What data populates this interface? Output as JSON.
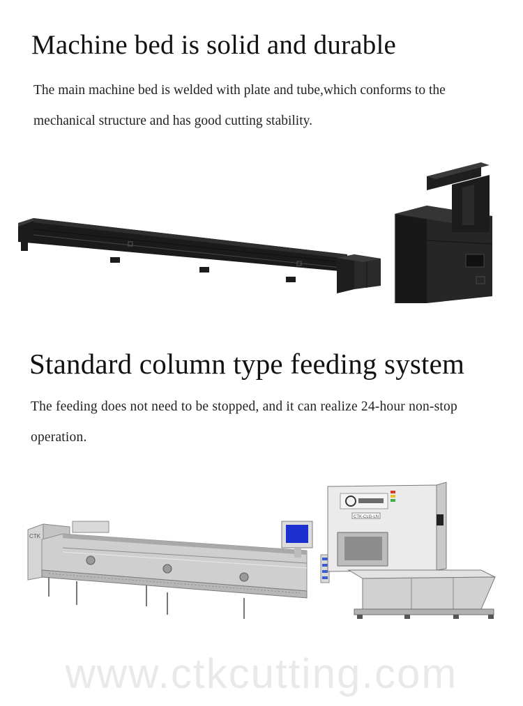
{
  "section1": {
    "title": "Machine bed is solid and durable",
    "description": "The main machine bed is welded with plate and tube,which conforms to the mechanical structure and has good cutting stability."
  },
  "section2": {
    "title": "Standard column type feeding system",
    "description": "The feeding does not need to be stopped, and it can realize 24-hour non-stop operation."
  },
  "machine_labels": {
    "side_brand": "CTK",
    "model_plate": "CTK-CLG-LN"
  },
  "watermark": "www.ctkcutting.com",
  "colors": {
    "frame_dark": "#1b1b1b",
    "machine_grey": "#bdbdbd",
    "machine_light": "#e4e4e4",
    "screen_blue": "#1c2fcf",
    "watermark": "#e9e9e9"
  }
}
